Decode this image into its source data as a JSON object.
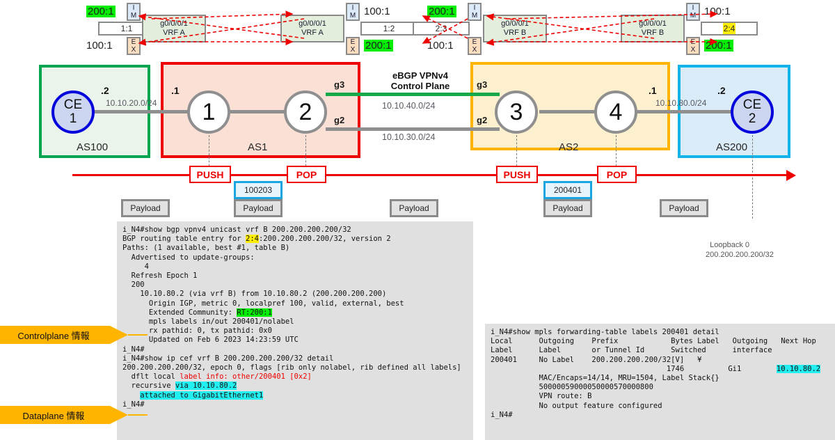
{
  "diagram": {
    "title": "MPLS L3VPN Inter-AS Option B / eBGP VPNv4 label flow"
  },
  "rt_section": {
    "groups": [
      {
        "id": "g1",
        "import_label": "IM",
        "export_label": "EX",
        "import_rt": "200:1",
        "export_rt": "100:1",
        "import_rt_highlight": "green",
        "export_rt_highlight": "none",
        "rd": "1:1",
        "rd_highlight": "none",
        "vrf_interface": "g0/0/0/1",
        "vrf_name": "VRF A",
        "side": "left"
      },
      {
        "id": "g2",
        "import_label": "IM",
        "export_label": "EX",
        "import_rt": "100:1",
        "export_rt": "200:1",
        "import_rt_highlight": "none",
        "export_rt_highlight": "green",
        "rd": "1:2",
        "rd_highlight": "none",
        "vrf_interface": "g0/0/0/1",
        "vrf_name": "VRF A",
        "side": "right"
      },
      {
        "id": "g3",
        "import_label": "IM",
        "export_label": "EX",
        "import_rt": "200:1",
        "export_rt": "100:1",
        "import_rt_highlight": "green",
        "export_rt_highlight": "none",
        "rd": "2:3",
        "rd_highlight": "none",
        "vrf_interface": "g0/0/0/1",
        "vrf_name": "VRF B",
        "side": "left"
      },
      {
        "id": "g4",
        "import_label": "IM",
        "export_label": "EX",
        "import_rt": "100:1",
        "export_rt": "200:1",
        "import_rt_highlight": "none",
        "export_rt_highlight": "green",
        "rd": "2:4",
        "rd_highlight": "yellow",
        "vrf_interface": "g0/0/0/1",
        "vrf_name": "VRF B",
        "side": "right"
      }
    ]
  },
  "topology": {
    "domains": [
      {
        "id": "as100",
        "label": "AS100",
        "border_color": "#00a550",
        "fill": "#eaf4ea"
      },
      {
        "id": "as1",
        "label": "AS1",
        "border_color": "#ee0000",
        "fill": "#fbe0d6"
      },
      {
        "id": "as2",
        "label": "AS2",
        "border_color": "#ffb400",
        "fill": "#fdf0cf"
      },
      {
        "id": "as200",
        "label": "AS200",
        "border_color": "#12b4e8",
        "fill": "#d9ecf8"
      }
    ],
    "nodes": [
      {
        "id": "ce1",
        "type": "ce",
        "line1": "CE",
        "line2": "1"
      },
      {
        "id": "p1",
        "type": "p",
        "label": "1"
      },
      {
        "id": "p2",
        "type": "p",
        "label": "2"
      },
      {
        "id": "p3",
        "type": "p",
        "label": "3"
      },
      {
        "id": "p4",
        "type": "p",
        "label": "4"
      },
      {
        "id": "ce2",
        "type": "ce",
        "line1": "CE",
        "line2": "2"
      }
    ],
    "links": [
      {
        "id": "ce1-p1",
        "network": "10.10.20.0/24",
        "left_ip": ".2",
        "right_ip": ".1"
      },
      {
        "id": "p2-p3-g3",
        "network": "10.10.40.0/24",
        "left_if": "g3",
        "right_if": "g3",
        "color": "green"
      },
      {
        "id": "p2-p3-g2",
        "network": "10.10.30.0/24",
        "left_if": "g2",
        "right_if": "g2",
        "color": "gray"
      },
      {
        "id": "p4-ce2",
        "network": "10.10.80.0/24",
        "left_ip": ".1",
        "right_ip": ".2"
      }
    ],
    "control_plane_title_line1": "eBGP VPNv4",
    "control_plane_title_line2": "Control Plane",
    "loopback_note_line1": "Loopback 0",
    "loopback_note_line2": "200.200.200.200/32"
  },
  "dataplane": {
    "operations": [
      {
        "id": "push1",
        "label": "PUSH"
      },
      {
        "id": "pop1",
        "label": "POP"
      },
      {
        "id": "push2",
        "label": "PUSH"
      },
      {
        "id": "pop2",
        "label": "POP"
      }
    ],
    "packets": [
      {
        "id": "pkt1",
        "payload": "Payload",
        "label": null
      },
      {
        "id": "pkt2",
        "payload": "Payload",
        "label": "100203"
      },
      {
        "id": "pkt3",
        "payload": "Payload",
        "label": null
      },
      {
        "id": "pkt4",
        "payload": "Payload",
        "label": "200401"
      },
      {
        "id": "pkt5",
        "payload": "Payload",
        "label": null
      }
    ]
  },
  "callouts": [
    {
      "id": "controlplane",
      "text": "Controlplane 情報"
    },
    {
      "id": "dataplane",
      "text": "Dataplane 情報"
    }
  ],
  "cli_left": {
    "lines": [
      [
        {
          "t": "i_N4#show bgp vpnv4 unicast vrf B 200.200.200.200/32"
        }
      ],
      [
        {
          "t": "BGP routing table entry for "
        },
        {
          "t": "2:4",
          "h": "y"
        },
        {
          "t": ":200.200.200.200/32, version 2"
        }
      ],
      [
        {
          "t": "Paths: (1 available, best #1, table B)"
        }
      ],
      [
        {
          "t": "  Advertised to update-groups:"
        }
      ],
      [
        {
          "t": "     4"
        }
      ],
      [
        {
          "t": "  Refresh Epoch 1"
        }
      ],
      [
        {
          "t": "  200"
        }
      ],
      [
        {
          "t": "    10.10.80.2 (via vrf B) from 10.10.80.2 (200.200.200.200)"
        }
      ],
      [
        {
          "t": "      Origin IGP, metric 0, localpref 100, valid, external, best"
        }
      ],
      [
        {
          "t": "      Extended Community: "
        },
        {
          "t": "RT:200:1",
          "h": "g"
        }
      ],
      [
        {
          "t": "      mpls labels in/out 200401/nolabel"
        }
      ],
      [
        {
          "t": "      rx pathid: 0, tx pathid: 0x0"
        }
      ],
      [
        {
          "t": "      Updated on Feb 6 2023 14:23:59 UTC"
        }
      ],
      [
        {
          "t": "i_N4#"
        }
      ],
      [
        {
          "t": "i_N4#show ip cef vrf B 200.200.200.200/32 detail"
        }
      ],
      [
        {
          "t": "200.200.200.200/32, epoch 0, flags [rib only nolabel, rib defined all labels]"
        }
      ],
      [
        {
          "t": "  dflt local "
        },
        {
          "t": "label info: other/200401 [0x2]",
          "c": "red"
        }
      ],
      [
        {
          "t": "  recursive "
        },
        {
          "t": "via 10.10.80.2",
          "h": "c"
        }
      ],
      [
        {
          "t": "    "
        },
        {
          "t": "attached to GigabitEthernet1",
          "h": "c"
        }
      ],
      [
        {
          "t": "i_N4#"
        }
      ]
    ]
  },
  "cli_right": {
    "lines": [
      [
        {
          "t": "i_N4#show mpls forwarding-table labels 200401 detail"
        }
      ],
      [
        {
          "t": "Local      Outgoing    Prefix            Bytes Label   Outgoing   Next Hop"
        }
      ],
      [
        {
          "t": "Label      Label       or Tunnel Id      Switched      interface"
        }
      ],
      [
        {
          "t": "200401     No Label    200.200.200.200/32[V]   ¥"
        }
      ],
      [
        {
          "t": "                                        1746          Gi1        "
        },
        {
          "t": "10.10.80.2",
          "h": "c"
        }
      ],
      [
        {
          "t": "           MAC/Encaps=14/14, MRU=1504, Label Stack{}"
        }
      ],
      [
        {
          "t": "           50000059000050000570000800"
        }
      ],
      [
        {
          "t": "           VPN route: B"
        }
      ],
      [
        {
          "t": "           No output feature configured"
        }
      ],
      [
        {
          "t": "i_N4#"
        }
      ]
    ]
  }
}
